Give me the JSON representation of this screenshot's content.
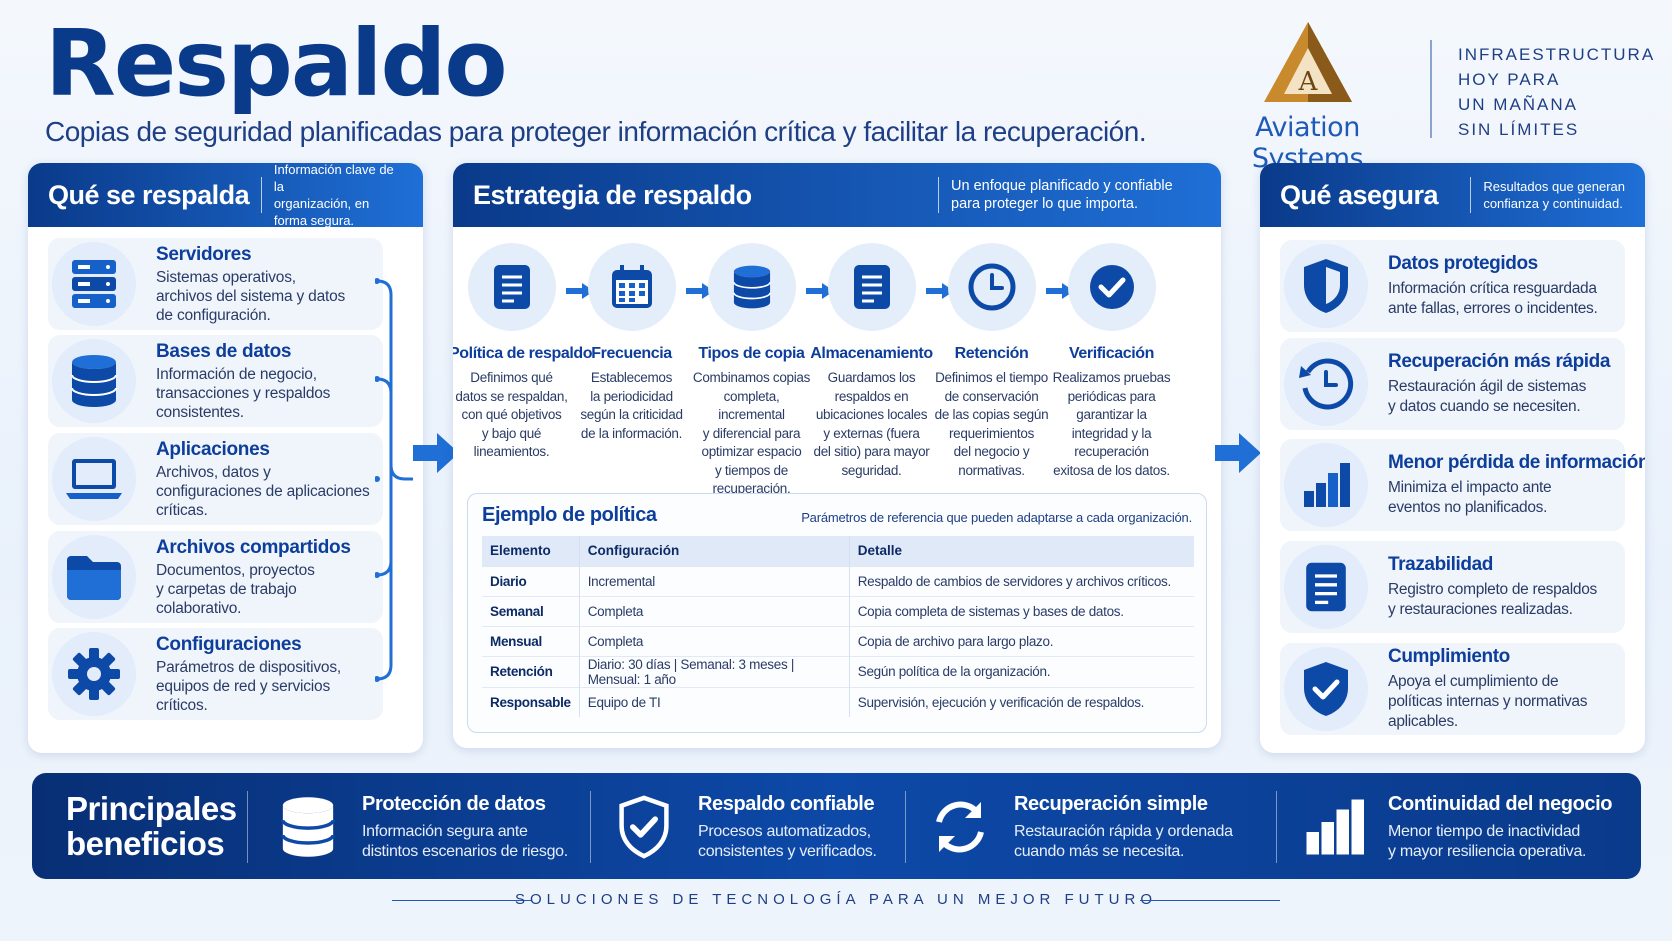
{
  "header": {
    "title": "Respaldo",
    "subtitle": "Copias de seguridad planificadas para proteger información crítica y facilitar la recuperación."
  },
  "logo": {
    "letter": "A",
    "name": "Aviation Systems"
  },
  "tagline": [
    "INFRAESTRUCTURA",
    "HOY PARA",
    "UN MAÑANA",
    "SIN LÍMITES"
  ],
  "left": {
    "title": "Qué se respalda",
    "desc": [
      "Información clave de la",
      "organización, en forma segura."
    ],
    "items": [
      {
        "title": "Servidores",
        "desc": [
          "Sistemas operativos,",
          "archivos del sistema y datos",
          "de configuración."
        ],
        "icon": "server-icon"
      },
      {
        "title": "Bases de datos",
        "desc": [
          "Información de negocio,",
          "transacciones y respaldos",
          "consistentes."
        ],
        "icon": "database-icon"
      },
      {
        "title": "Aplicaciones",
        "desc": [
          "Archivos, datos y",
          "configuraciones de aplicaciones",
          "críticas."
        ],
        "icon": "laptop-icon"
      },
      {
        "title": "Archivos compartidos",
        "desc": [
          "Documentos, proyectos",
          "y carpetas de trabajo",
          "colaborativo."
        ],
        "icon": "folder-icon"
      },
      {
        "title": "Configuraciones",
        "desc": [
          "Parámetros de dispositivos,",
          "equipos de red y servicios",
          "críticos."
        ],
        "icon": "gear-icon"
      }
    ]
  },
  "center": {
    "title": "Estrategia de respaldo",
    "desc": [
      "Un enfoque planificado y confiable",
      "para proteger lo que importa."
    ],
    "steps": [
      {
        "title": "Política de respaldo",
        "desc": [
          "Definimos qué",
          "datos se respaldan,",
          "con qué objetivos",
          "y bajo qué",
          "lineamientos."
        ],
        "icon": "document-icon"
      },
      {
        "title": "Frecuencia",
        "desc": [
          "Establecemos",
          "la periodicidad",
          "según la criticidad",
          "de la información."
        ],
        "icon": "calendar-icon"
      },
      {
        "title": "Tipos de copia",
        "desc": [
          "Combinamos copias",
          "completa, incremental",
          "y diferencial para",
          "optimizar espacio",
          "y tiempos de",
          "recuperación."
        ],
        "icon": "database-icon"
      },
      {
        "title": "Almacenamiento",
        "desc": [
          "Guardamos los",
          "respaldos en",
          "ubicaciones locales",
          "y externas (fuera",
          "del sitio) para mayor",
          "seguridad."
        ],
        "icon": "storage-document-icon"
      },
      {
        "title": "Retención",
        "desc": [
          "Definimos el tiempo",
          "de conservación",
          "de las copias según",
          "requerimientos",
          "del negocio y",
          "normativas."
        ],
        "icon": "clock-icon"
      },
      {
        "title": "Verificación",
        "desc": [
          "Realizamos pruebas",
          "periódicas para",
          "garantizar la",
          "integridad y la",
          "recuperación",
          "exitosa de los datos."
        ],
        "icon": "check-circle-icon"
      }
    ],
    "policy": {
      "title": "Ejemplo de política",
      "note": "Parámetros de referencia que pueden adaptarse a cada organización.",
      "headers": [
        "Elemento",
        "Configuración",
        "Detalle"
      ],
      "rows": [
        [
          "Diario",
          "Incremental",
          "Respaldo de cambios de servidores y archivos críticos."
        ],
        [
          "Semanal",
          "Completa",
          "Copia completa de sistemas y bases de datos."
        ],
        [
          "Mensual",
          "Completa",
          "Copia de archivo para largo plazo."
        ],
        [
          "Retención",
          "Diario: 30 días | Semanal: 3 meses | Mensual: 1 año",
          "Según política de la organización."
        ],
        [
          "Responsable",
          "Equipo de TI",
          "Supervisión, ejecución y verificación de respaldos."
        ]
      ]
    }
  },
  "right": {
    "title": "Qué asegura",
    "desc": [
      "Resultados que generan",
      "confianza y continuidad."
    ],
    "items": [
      {
        "title": "Datos protegidos",
        "desc": [
          "Información crítica resguardada",
          "ante fallas, errores o incidentes."
        ],
        "icon": "shield-icon"
      },
      {
        "title": "Recuperación más rápida",
        "desc": [
          "Restauración ágil de sistemas",
          "y datos cuando se necesiten."
        ],
        "icon": "restore-clock-icon"
      },
      {
        "title": "Menor pérdida de información",
        "desc": [
          "Minimiza el impacto ante",
          "eventos no planificados."
        ],
        "icon": "bar-chart-icon"
      },
      {
        "title": "Trazabilidad",
        "desc": [
          "Registro completo de respaldos",
          "y restauraciones realizadas."
        ],
        "icon": "document-icon"
      },
      {
        "title": "Cumplimiento",
        "desc": [
          "Apoya el cumplimiento de",
          "políticas internas y normativas",
          "aplicables."
        ],
        "icon": "shield-check-icon"
      }
    ]
  },
  "benefits": {
    "title": [
      "Principales",
      "beneficios"
    ],
    "items": [
      {
        "title": "Protección de datos",
        "desc": [
          "Información segura ante",
          "distintos escenarios de riesgo."
        ],
        "icon": "database-icon"
      },
      {
        "title": "Respaldo confiable",
        "desc": [
          "Procesos automatizados,",
          "consistentes y verificados."
        ],
        "icon": "shield-check-icon"
      },
      {
        "title": "Recuperación simple",
        "desc": [
          "Restauración rápida y ordenada",
          "cuando más se necesita."
        ],
        "icon": "refresh-icon"
      },
      {
        "title": "Continuidad del negocio",
        "desc": [
          "Menor tiempo de inactividad",
          "y mayor resiliencia operativa."
        ],
        "icon": "bar-chart-icon"
      }
    ]
  },
  "footer": "SOLUCIONES DE TECNOLOGÍA PARA UN MEJOR FUTURO",
  "colors": {
    "primary": "#0a3a8a",
    "accent": "#1f6fd6",
    "gold": "#c98a2e"
  }
}
